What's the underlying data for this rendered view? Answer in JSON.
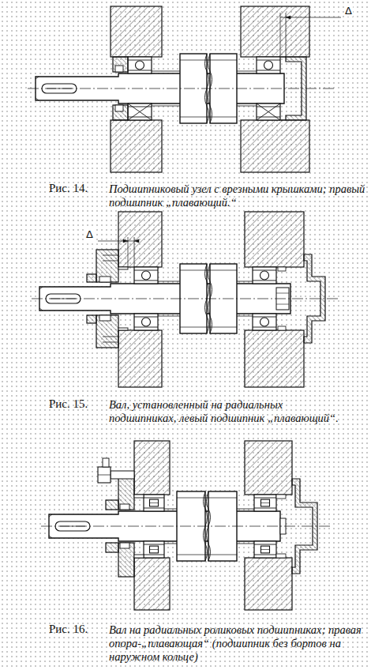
{
  "diagram": {
    "labels": [
      "Δ",
      "Рис. 14.",
      "Подшипниковый узел с врезными крышками; правый подшипник „плавающий.“",
      "Δ",
      "Рис. 15.",
      "Вал, установленный на радиальных подшипниках, левый подшипник „плавающий“.",
      "Рис. 16.",
      "Вал на радиальных роликовых подшипниках; правая опора-„плавающая“ (подшипник без бортов на наружном кольце)"
    ]
  }
}
